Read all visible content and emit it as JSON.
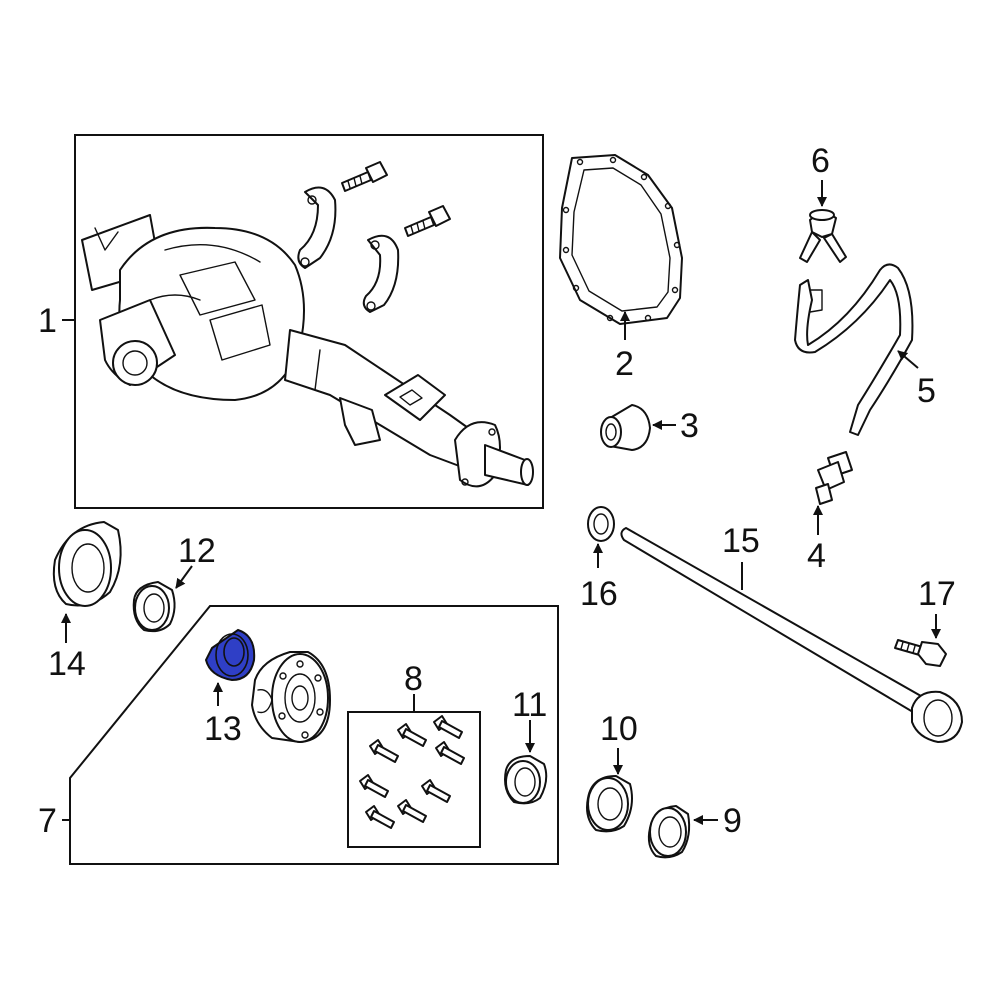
{
  "colors": {
    "line": "#111111",
    "background": "#ffffff",
    "highlight": "#2f3fc6"
  },
  "labels": {
    "p1": "1",
    "p2": "2",
    "p3": "3",
    "p4": "4",
    "p5": "5",
    "p6": "6",
    "p7": "7",
    "p8": "8",
    "p9": "9",
    "p10": "10",
    "p11": "11",
    "p12": "12",
    "p13": "13",
    "p14": "14",
    "p15": "15",
    "p16": "16",
    "p17": "17"
  },
  "highlighted_part": "13"
}
